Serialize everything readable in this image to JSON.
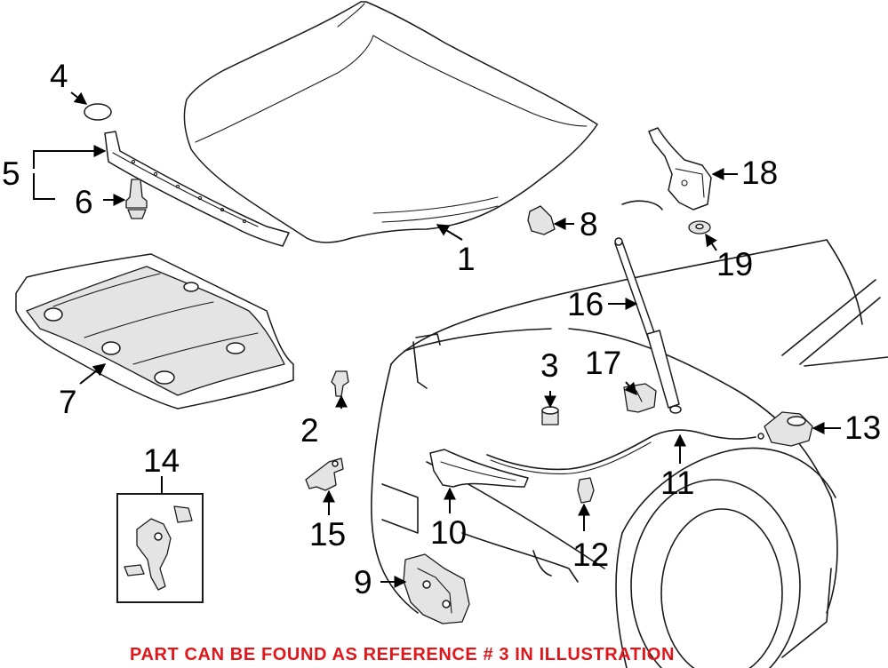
{
  "colors": {
    "ink": "#1a1a1a",
    "background": "#ffffff",
    "footer": "#e0161b"
  },
  "callouts": {
    "c1": "1",
    "c2": "2",
    "c3": "3",
    "c4": "4",
    "c5": "5",
    "c6": "6",
    "c7": "7",
    "c8": "8",
    "c9": "9",
    "c10": "10",
    "c11": "11",
    "c12": "12",
    "c13": "13",
    "c14": "14",
    "c15": "15",
    "c16": "16",
    "c17": "17",
    "c18": "18",
    "c19": "19"
  },
  "footer_note": "PART CAN BE FOUND AS REFERENCE # 3 IN ILLUSTRATION"
}
